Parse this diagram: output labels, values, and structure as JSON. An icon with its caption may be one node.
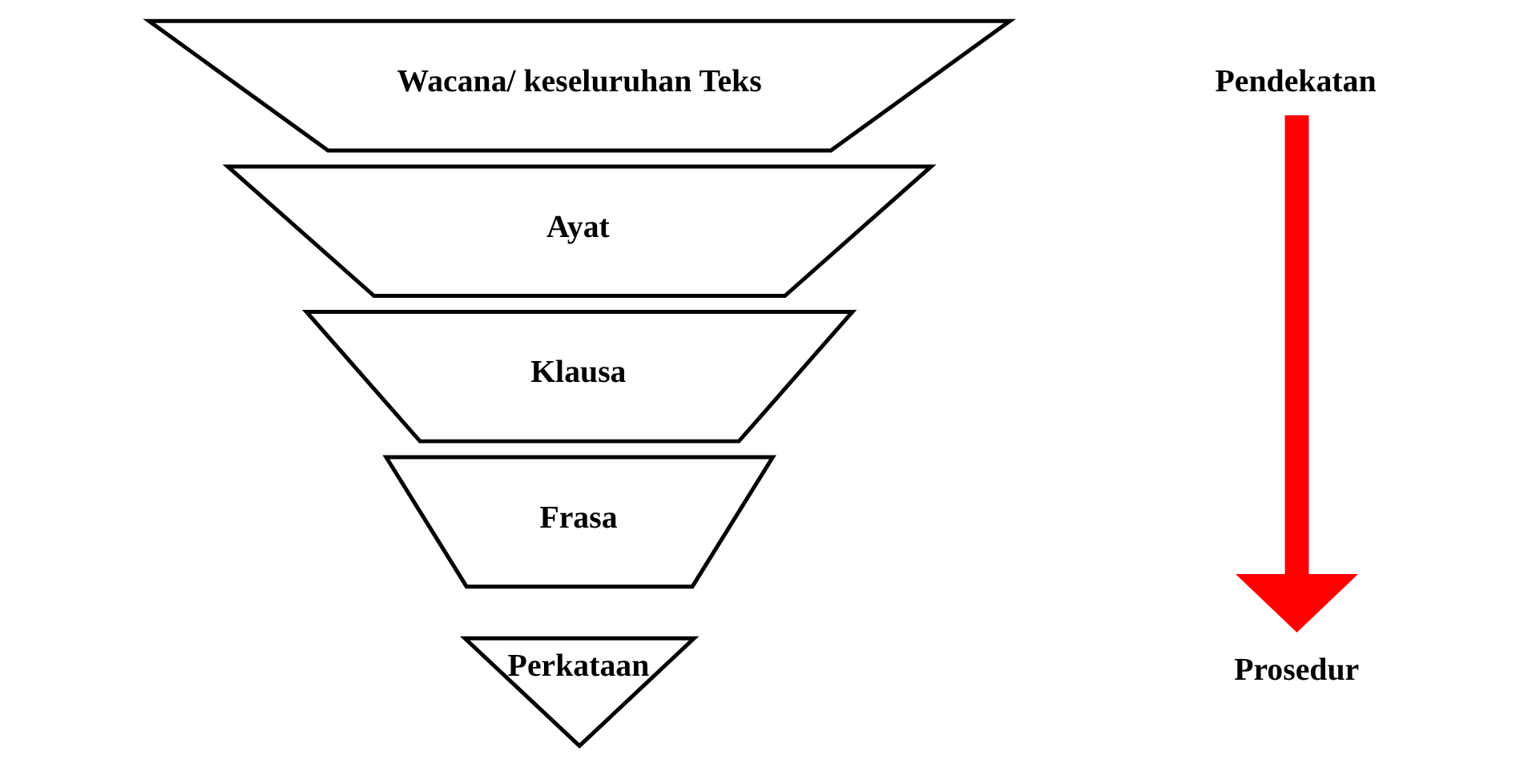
{
  "diagram": {
    "nodes": [
      {
        "text": [
          "Wacana/ keseluruhan Teks"
        ]
      },
      {
        "text": [
          "Ayat"
        ]
      },
      {
        "text": [
          "Klausa"
        ]
      },
      {
        "text": [
          "Frasa"
        ]
      },
      {
        "text": [
          "Perkataan"
        ]
      },
      {
        "text": [
          "Pendekatan"
        ]
      },
      {
        "text": [
          "Prosedur"
        ]
      }
    ],
    "edges": [
      {
        "from": 5,
        "to": 6,
        "arrow": "to",
        "color": "#ff0000"
      }
    ]
  }
}
